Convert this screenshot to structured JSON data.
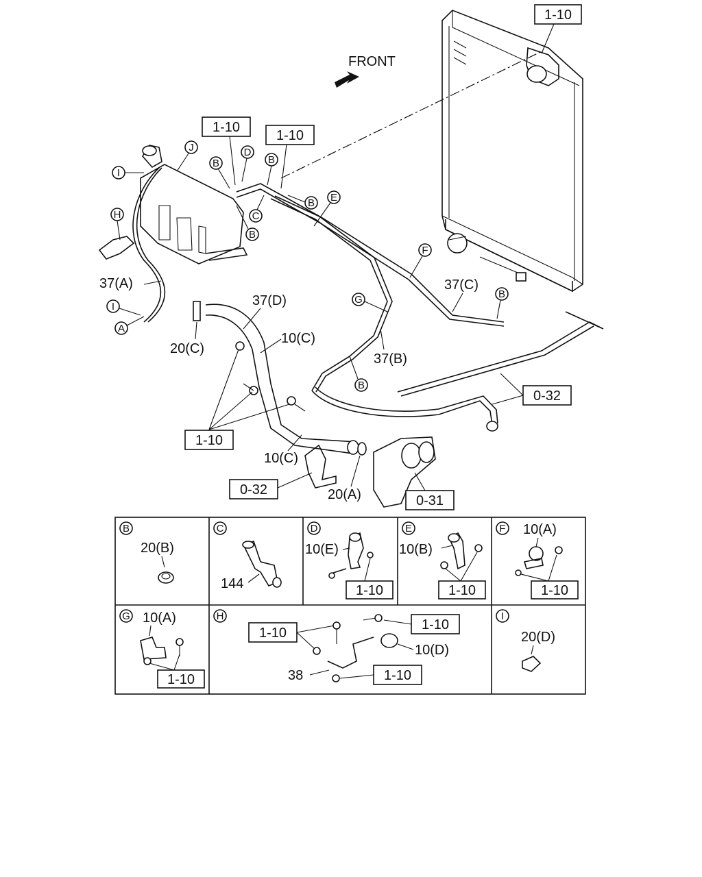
{
  "front_label": "FRONT",
  "callouts": {
    "radiator_ref": "1-10",
    "tank_ref_1": "1-10",
    "tank_ref_2": "1-10",
    "lower_ref": "1-10",
    "pipe_ref": "0-32",
    "bracket_ref": "0-32",
    "housing_ref": "0-31"
  },
  "part_labels": {
    "hose_a": "37(A)",
    "hose_b": "37(B)",
    "hose_c": "37(C)",
    "hose_d": "37(D)",
    "clamp_c": "20(C)",
    "clamp_a": "20(A)",
    "clip_c_upper": "10(C)",
    "clip_c_lower": "10(C)"
  },
  "markers": [
    "A",
    "B",
    "C",
    "D",
    "E",
    "F",
    "G",
    "H",
    "I",
    "J"
  ],
  "detail_panels": [
    {
      "key": "B",
      "parts": [
        "20(B)"
      ],
      "refs": []
    },
    {
      "key": "C",
      "parts": [
        "144"
      ],
      "refs": []
    },
    {
      "key": "D",
      "parts": [
        "10(E)"
      ],
      "refs": [
        "1-10"
      ]
    },
    {
      "key": "E",
      "parts": [
        "10(B)"
      ],
      "refs": [
        "1-10"
      ]
    },
    {
      "key": "F",
      "parts": [
        "10(A)"
      ],
      "refs": [
        "1-10"
      ]
    },
    {
      "key": "G",
      "parts": [
        "10(A)"
      ],
      "refs": [
        "1-10"
      ]
    },
    {
      "key": "H",
      "parts": [
        "10(D)",
        "38"
      ],
      "refs": [
        "1-10",
        "1-10",
        "1-10"
      ]
    },
    {
      "key": "I",
      "parts": [
        "20(D)"
      ],
      "refs": []
    }
  ]
}
